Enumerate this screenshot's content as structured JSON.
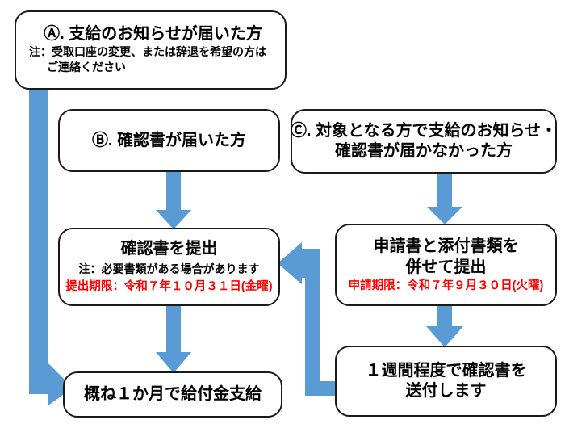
{
  "diagram": {
    "title_semantic": "benefit-payment-application-flowchart",
    "accent_color": "#5B9BD5",
    "deadline_color": "#FF0000",
    "border_color": "#1A1A1A"
  },
  "nodes": {
    "a": {
      "title": "Ⓐ. 支給のお知らせが届いた方",
      "note_line1": "注：受取口座の変更、または辞退を希望の方は",
      "note_line2": "ご連絡ください"
    },
    "b": {
      "title": "Ⓑ. 確認書が届いた方"
    },
    "c": {
      "title_line1": "Ⓒ. 対象となる方で支給のお知らせ・",
      "title_line2": "確認書が届かなかった方"
    },
    "submit": {
      "title": "確認書を提出",
      "note": "注：必要書類がある場合があります",
      "deadline": "提出期限：令和７年１０月３１日(金曜)"
    },
    "apply": {
      "title_line1": "申請書と添付書類を",
      "title_line2": "併せて提出",
      "deadline": "申請期限：令和７年９月３０日(火曜)"
    },
    "pay": {
      "title": "概ね１か月で給付金支給"
    },
    "send": {
      "title_line1": "１週間程度で確認書を",
      "title_line2": "送付します"
    }
  },
  "arrows": [
    {
      "name": "arrow-a-to-pay",
      "shape": "elbow-down-right"
    },
    {
      "name": "arrow-b-to-submit",
      "shape": "down"
    },
    {
      "name": "arrow-c-to-apply",
      "shape": "down"
    },
    {
      "name": "arrow-submit-to-pay",
      "shape": "down"
    },
    {
      "name": "arrow-apply-to-send",
      "shape": "down"
    },
    {
      "name": "arrow-send-to-submit",
      "shape": "elbow-up-left"
    }
  ]
}
